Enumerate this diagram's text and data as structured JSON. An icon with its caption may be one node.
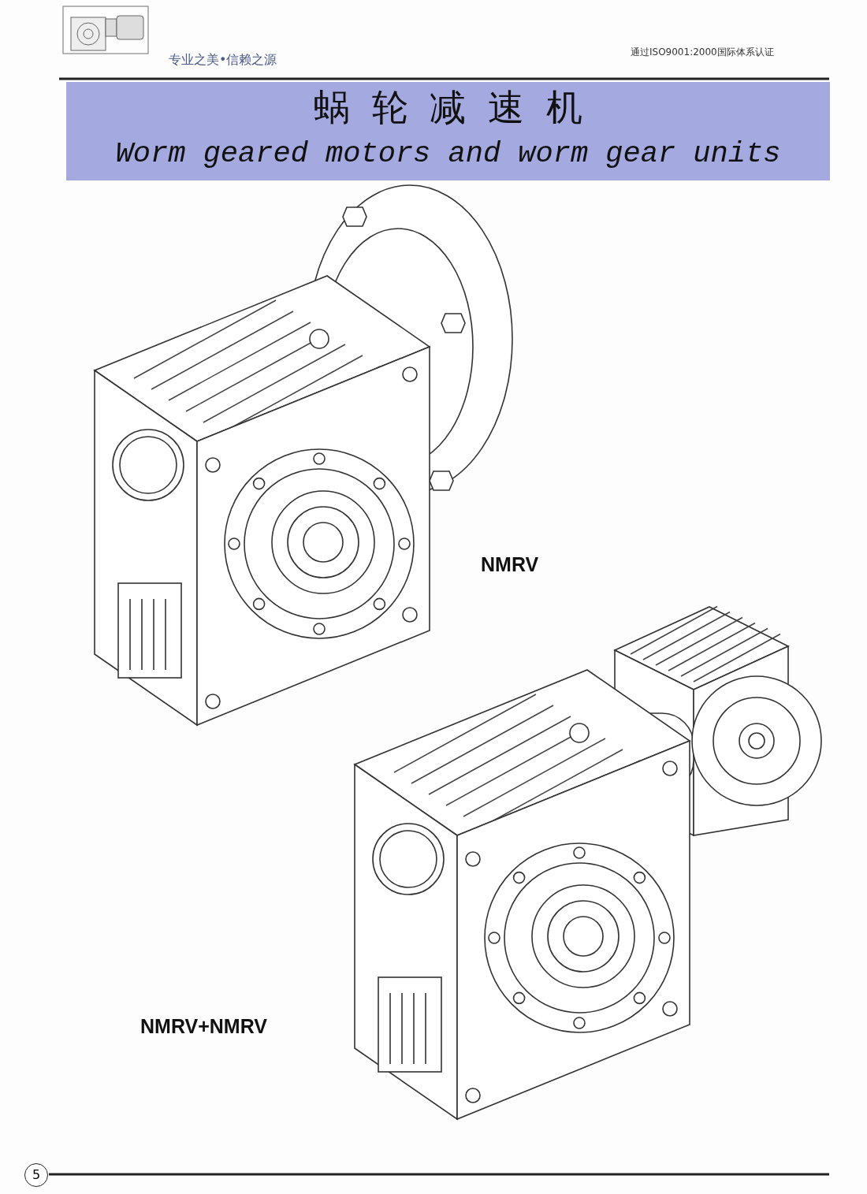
{
  "diagram": {
    "title": "蜗轮减速机",
    "labels": [
      "专业之美•信赖之源",
      "通过ISO9001:2000国际体系认证",
      "Worm geared motors and worm gear units",
      "NMRV",
      "NMRV+NMRV",
      "5"
    ]
  }
}
